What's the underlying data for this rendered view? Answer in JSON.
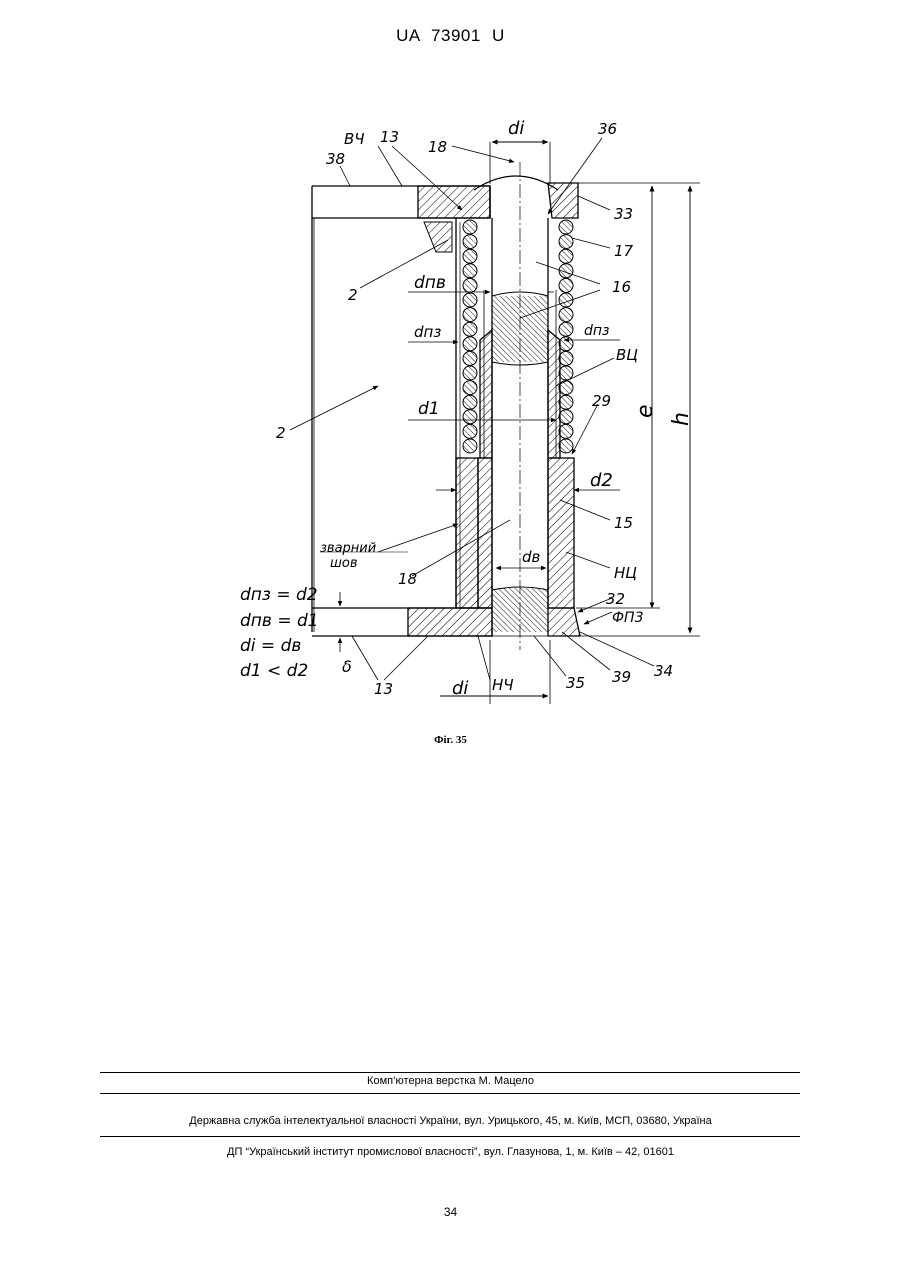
{
  "header": {
    "doc_number": "UA   73901   U"
  },
  "figure": {
    "caption": "Фіг. 35",
    "labels": {
      "l_vch": "ВЧ",
      "l_13_top": "13",
      "l_38": "38",
      "l_18_top": "18",
      "l_di_top": "di",
      "l_36": "36",
      "l_33": "33",
      "l_17": "17",
      "l_2_top": "2",
      "l_dpv": "dпв",
      "l_16": "16",
      "l_dpz_left": "dпз",
      "l_dpz_right": "dпз",
      "l_vc": "ВЦ",
      "l_2_mid": "2",
      "l_d1": "d1",
      "l_29": "29",
      "l_d2": "d2",
      "l_15": "15",
      "l_weld_1": "зварний",
      "l_weld_2": "шов",
      "l_dv": "dв",
      "l_18_bot": "18",
      "l_nc": "НЦ",
      "l_32": "32",
      "l_fp3": "ФП3",
      "l_e": "e",
      "l_h": "h",
      "eq1": "dпз = d2",
      "eq2": "dпв = d1",
      "eq3": "di = dв",
      "eq4": "d1 < d2",
      "l_delta": "δ",
      "l_13_bot": "13",
      "l_di_bot": "di",
      "l_nch": "НЧ",
      "l_35": "35",
      "l_39": "39",
      "l_34": "34"
    }
  },
  "footer": {
    "layout_credit": "Комп’ютерна верстка М. Мацело",
    "agency": "Державна служба інтелектуальної власності України, вул. Урицького, 45, м. Київ, МСП, 03680, Україна",
    "institute": "ДП “Український інститут промислової власності”, вул. Глазунова, 1, м. Київ – 42, 01601",
    "page_number": "34"
  }
}
